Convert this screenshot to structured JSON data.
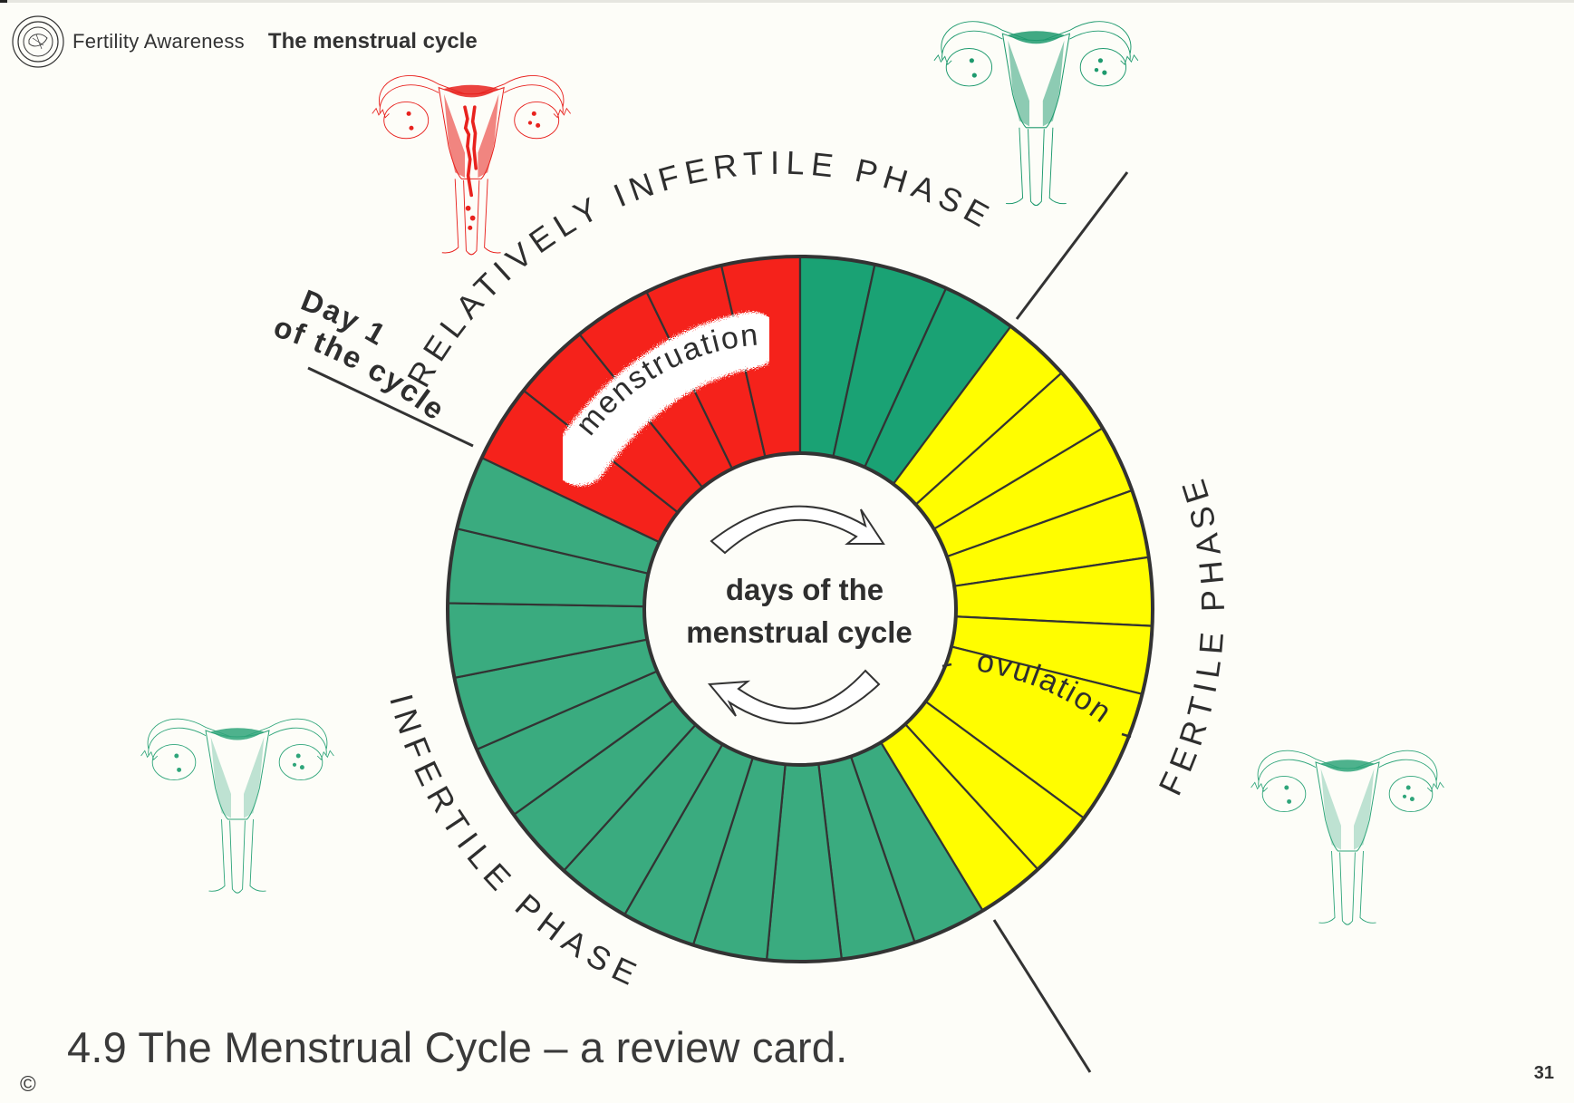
{
  "header": {
    "brand": "Fertility Awareness",
    "section_title": "The menstrual cycle",
    "logo_icon": "concentric-circle-emblem-icon"
  },
  "caption": "4.9 The Menstrual Cycle  –  a review card.",
  "copyright": "©",
  "page_number": "31",
  "wheel": {
    "center_text_line1": "days of the",
    "center_text_line2": "menstrual cycle",
    "total_days": 30,
    "colors": {
      "menstruation": "#f5221b",
      "relatively_infertile": "#1aa274",
      "fertile": "#fffd00",
      "infertile": "#3aab7f",
      "outline": "#333333"
    },
    "segments": [
      {
        "phase": "menstruation",
        "days": 5
      },
      {
        "phase": "relatively_infertile",
        "days": 3
      },
      {
        "phase": "fertile",
        "days": 10,
        "ovulation_days": [
          7,
          8
        ]
      },
      {
        "phase": "infertile",
        "days": 12
      }
    ],
    "menstruation_label": "menstruation",
    "ovulation_label": "ovulation",
    "arrows": [
      "clockwise-arrow-icon",
      "clockwise-arrow-icon"
    ]
  },
  "labels": {
    "day1_line1": "Day 1",
    "day1_line2": "of the cycle",
    "relatively_infertile_phase": "RELATIVELY INFERTILE PHASE",
    "fertile_phase": "FERTILE PHASE",
    "infertile_phase": "INFERTILE PHASE"
  },
  "illustrations": [
    {
      "name": "uterus-menstruation-illustration",
      "color": "#e8221e"
    },
    {
      "name": "uterus-relatively-infertile-illustration",
      "color": "#1e9a6e"
    },
    {
      "name": "uterus-infertile-illustration",
      "color": "#2fa57a"
    },
    {
      "name": "uterus-fertile-illustration",
      "color": "#2fa57a"
    }
  ]
}
